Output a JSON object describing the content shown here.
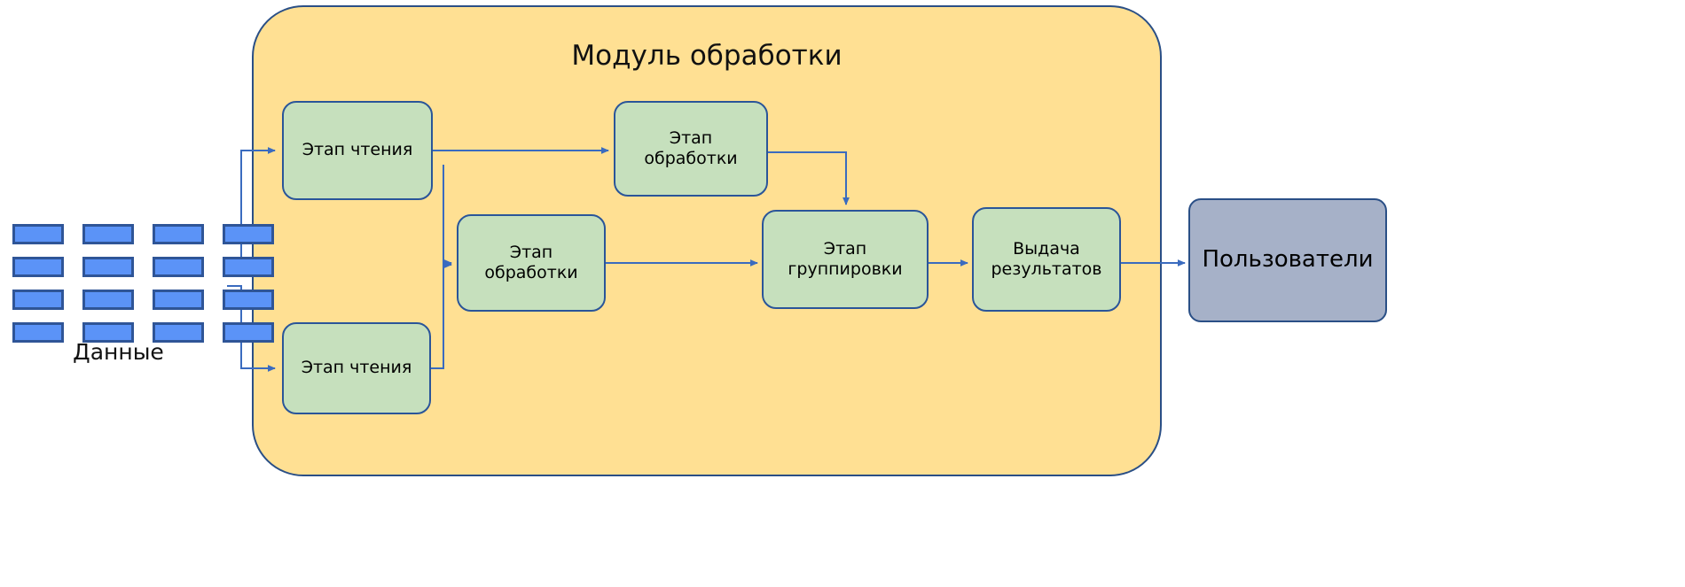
{
  "diagram": {
    "title_note": "Data processing pipeline diagram",
    "colors": {
      "module_fill": "#ffe093",
      "module_stroke": "#2a4f86",
      "stage_fill": "#c6e0bd",
      "stage_stroke": "#2a5599",
      "users_fill": "#a6b1c8",
      "users_stroke": "#2a4f86",
      "data_cell_fill": "#5b93f7",
      "data_cell_stroke": "#2f5597",
      "arrow_stroke": "#3a6bbf",
      "background": "#ffffff",
      "text": "#111111"
    },
    "module": {
      "title": "Модуль обработки"
    },
    "data_source": {
      "label": "Данные",
      "rows": 4,
      "columns": 4
    },
    "stages": [
      {
        "id": "read-1",
        "label": "Этап чтения"
      },
      {
        "id": "process-1",
        "label": "Этап\nобработки"
      },
      {
        "id": "process-2",
        "label": "Этап\nобработки"
      },
      {
        "id": "read-2",
        "label": "Этап чтения"
      },
      {
        "id": "group",
        "label": "Этап\nгруппировки"
      },
      {
        "id": "output",
        "label": "Выдача\nрезультатов"
      }
    ],
    "consumer": {
      "label": "Пользователи"
    },
    "connections": [
      {
        "from": "Данные",
        "to": "Этап чтения (верхний)"
      },
      {
        "from": "Данные",
        "to": "Этап чтения (нижний)"
      },
      {
        "from": "Этап чтения (верхний)",
        "to": "Этап обработки (верхний)"
      },
      {
        "from": "Этап чтения (нижний)",
        "to": "Этап обработки (нижний)"
      },
      {
        "from": "Этап обработки (верхний)",
        "to": "Этап группировки"
      },
      {
        "from": "Этап обработки (нижний)",
        "to": "Этап группировки"
      },
      {
        "from": "Этап группировки",
        "to": "Выдача результатов"
      },
      {
        "from": "Выдача результатов",
        "to": "Пользователи"
      }
    ]
  }
}
